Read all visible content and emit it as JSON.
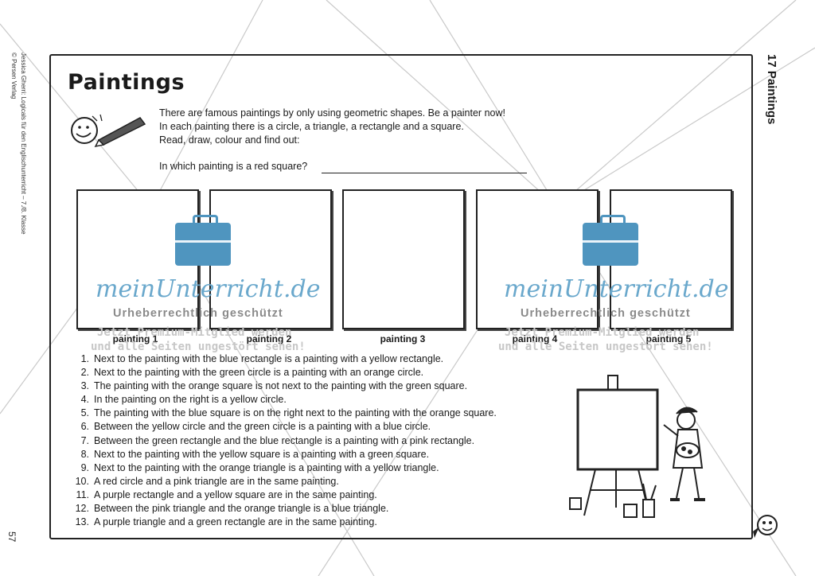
{
  "side": {
    "credit_line1": "Jessica Gherri: Logicals für den Englischunterricht – 7./8. Klasse",
    "credit_line2": "© Persen Verlag",
    "page_number": "57"
  },
  "chapter_title": "17 Paintings",
  "title": "Paintings",
  "intro": [
    "There are famous paintings by only using geometric shapes. Be a painter now!",
    "In each painting there is a circle, a triangle, a rectangle and a square.",
    "Read, draw, colour and find out:"
  ],
  "question": "In which painting is a red square?",
  "paintings": [
    {
      "label": "painting 1"
    },
    {
      "label": "painting 2"
    },
    {
      "label": "painting 3"
    },
    {
      "label": "painting 4"
    },
    {
      "label": "painting 5"
    }
  ],
  "clues": [
    {
      "num": "1.",
      "text": "Next to the painting with the blue rectangle is a painting with a yellow rectangle."
    },
    {
      "num": "2.",
      "text": "Next to the painting with the green circle is a painting with an orange circle."
    },
    {
      "num": "3.",
      "text": "The painting with the orange square is not next to the painting with the green square."
    },
    {
      "num": "4.",
      "text": "In the painting on the right is a yellow circle."
    },
    {
      "num": "5.",
      "text": "The painting with the blue square is on the right next to the painting with the orange square."
    },
    {
      "num": "6.",
      "text": "Between the yellow circle and the green circle is a painting with a blue circle."
    },
    {
      "num": "7.",
      "text": "Between the green rectangle and the blue rectangle is a painting with a pink rectangle."
    },
    {
      "num": "8.",
      "text": "Next to the painting with the yellow square is a painting with a green square."
    },
    {
      "num": "9.",
      "text": "Next to the painting with the orange triangle is a painting with a yellow triangle."
    },
    {
      "num": "10.",
      "text": "A red circle and a pink triangle are in the same painting."
    },
    {
      "num": "11.",
      "text": "A purple rectangle and a yellow square are in the same painting."
    },
    {
      "num": "12.",
      "text": "Between the pink triangle and the orange triangle is a blue triangle."
    },
    {
      "num": "13.",
      "text": "A purple triangle and a green rectangle are in the same painting."
    }
  ],
  "watermark": {
    "brand": "meinUnterricht.de",
    "protected": "Urheberrechtlich geschützt",
    "premium_line1": "Jetzt Premium-Mitglied werden",
    "premium_line2": "und alle Seiten ungestört sehen!",
    "color": "#4f95bf"
  },
  "icons": [
    "smiley-pencil-icon",
    "painter-easel-illustration",
    "mascot-icon",
    "briefcase-logo-icon"
  ]
}
